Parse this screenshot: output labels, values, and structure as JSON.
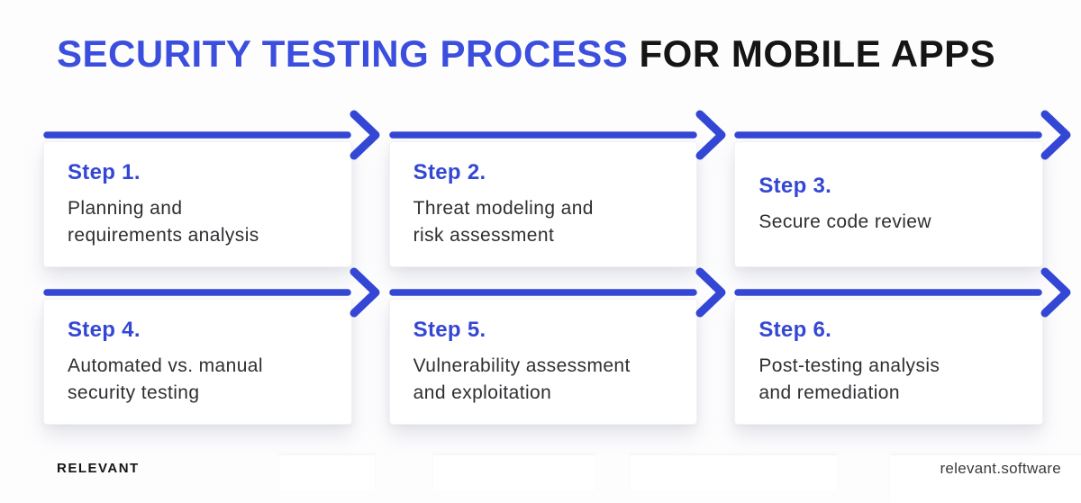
{
  "title": {
    "highlight": "SECURITY TESTING PROCESS",
    "rest": " FOR MOBILE APPS"
  },
  "steps": [
    {
      "label": "Step 1.",
      "description": "Planning and\nrequirements analysis"
    },
    {
      "label": "Step 2.",
      "description": "Threat modeling and\nrisk assessment"
    },
    {
      "label": "Step 3.",
      "description": "Secure code review"
    },
    {
      "label": "Step 4.",
      "description": "Automated vs. manual\nsecurity testing"
    },
    {
      "label": "Step 5.",
      "description": "Vulnerability assessment\nand exploitation"
    },
    {
      "label": "Step 6.",
      "description": "Post-testing analysis\nand remediation"
    }
  ],
  "footer": {
    "brand": "RELEVANT",
    "website": "relevant.software"
  },
  "colors": {
    "accent_blue": "#3447d4",
    "title_blue": "#3b4ede",
    "title_black": "#151515",
    "text_dark": "#2f2f33",
    "page_bg": "#fdfdfe",
    "card_bg": "#ffffff"
  }
}
